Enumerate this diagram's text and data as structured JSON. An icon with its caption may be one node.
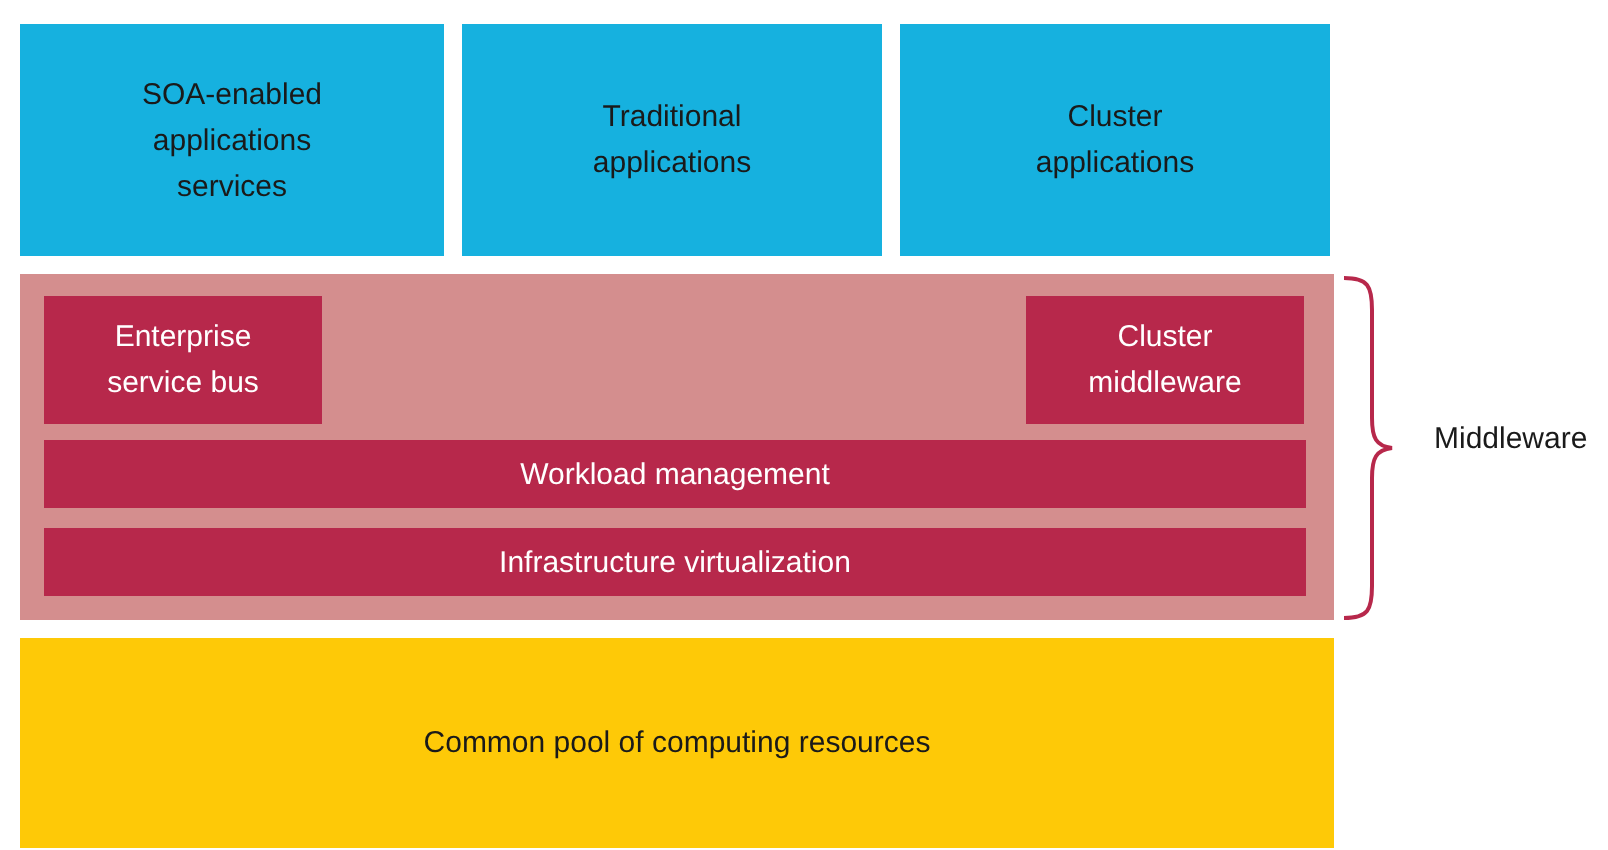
{
  "diagram": {
    "nodes": [
      {
        "text": [
          "SOA-enabled applications services"
        ]
      },
      {
        "text": [
          "Traditional applications"
        ]
      },
      {
        "text": [
          "Cluster applications"
        ]
      },
      {
        "text": [],
        "shape": "box",
        "beside": [
          "Middleware"
        ]
      },
      {
        "text": [
          "Enterprise service bus"
        ],
        "in": 3
      },
      {
        "text": [
          "Cluster middleware"
        ],
        "in": 3
      },
      {
        "text": [
          "Workload management"
        ],
        "in": 3
      },
      {
        "text": [
          "Infrastructure virtualization"
        ],
        "in": 3
      },
      {
        "text": [
          "Common pool of computing resources"
        ]
      }
    ]
  }
}
